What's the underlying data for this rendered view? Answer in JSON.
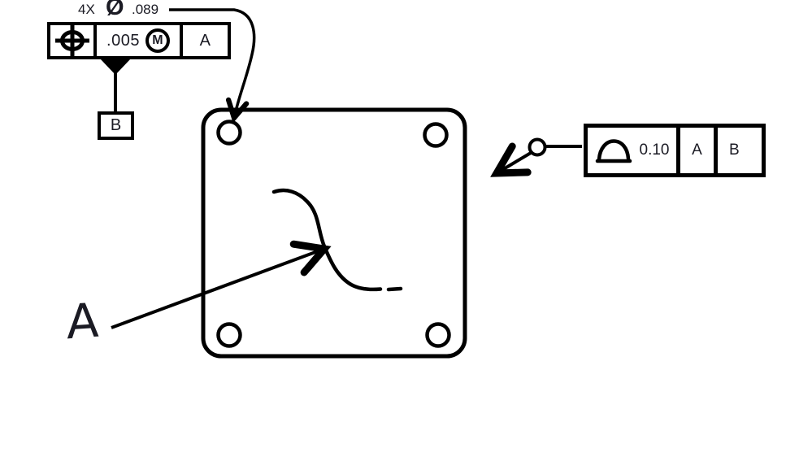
{
  "drawing": {
    "background": "#ffffff",
    "line_color": "#000000",
    "text_color": "#1b1b24"
  },
  "hole_callout": {
    "quantity": "4X",
    "diameter_symbol": "Ø",
    "value": ".089"
  },
  "position_fcf": {
    "symbol": "position-tolerance",
    "tolerance": ".005",
    "modifier": "M",
    "datum_primary": "A"
  },
  "datum_b": {
    "label": "B"
  },
  "profile_fcf": {
    "symbol": "profile-of-a-surface",
    "tolerance": "0.10",
    "datum_primary": "A",
    "datum_secondary": "B"
  },
  "plate": {
    "hole_count": 4,
    "datum_a_label": "A"
  }
}
